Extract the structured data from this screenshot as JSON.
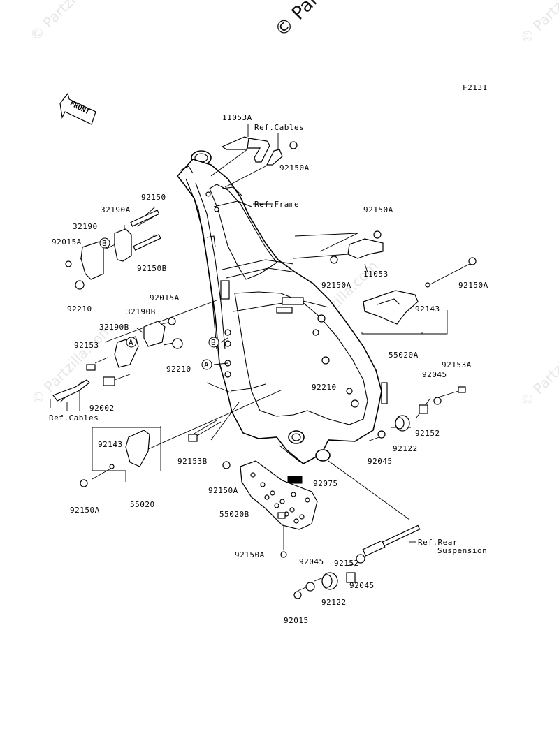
{
  "figure_code": "F2131",
  "front_label": "FRONT",
  "watermarks": [
    "© Partzilla.com",
    "© Partzilla.com",
    "© Partzilla.com",
    "© Partzilla.com",
    "© Partzilla.com"
  ],
  "watermark_top": "© Partz",
  "callout_letters": {
    "a": "A",
    "b": "B"
  },
  "parts": {
    "p11053A": "11053A",
    "p92150A_top": "92150A",
    "p92150_left": "92150",
    "p32190A": "32190A",
    "p32190": "32190",
    "p92015A_left": "92015A",
    "p92150B": "92150B",
    "p92210_a": "92210",
    "p92015A_mid": "92015A",
    "p32190B_a": "32190B",
    "p32190B_b": "32190B",
    "p92153": "92153",
    "p92210_b": "92210",
    "p92002": "92002",
    "p92150A_r1": "92150A",
    "p11053": "11053",
    "p92150A_r2": "92150A",
    "p92150A_r3": "92150A",
    "p92143_r": "92143",
    "p55020A": "55020A",
    "p92210_c": "92210",
    "p92153A": "92153A",
    "p92045_r1": "92045",
    "p92152_r": "92152",
    "p92122_r": "92122",
    "p92045_r2": "92045",
    "p92153B": "92153B",
    "p92143_l": "92143",
    "p92150A_l": "92150A",
    "p55020": "55020",
    "p92150A_m": "92150A",
    "p92075": "92075",
    "p55020B": "55020B",
    "p92150A_b": "92150A",
    "p92152_b": "92152",
    "p92045_b1": "92045",
    "p92045_b2": "92045",
    "p92122_b": "92122",
    "p92015": "92015"
  },
  "refs": {
    "cables_top": "Ref.Cables",
    "frame": "Ref.Frame",
    "cables_left": "Ref.Cables",
    "rear_suspension_1": "Ref.Rear",
    "rear_suspension_2": "Suspension"
  }
}
